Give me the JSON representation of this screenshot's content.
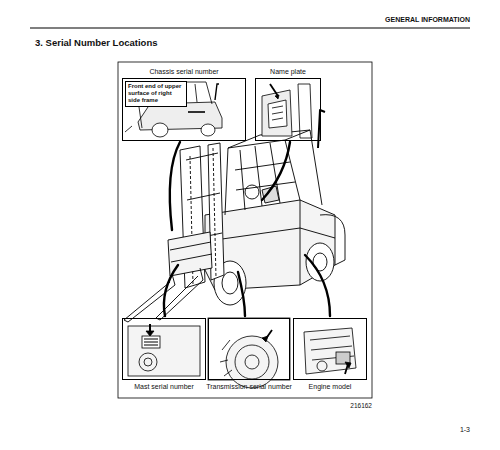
{
  "diagram": {
    "title": "3. Serial Number Locations",
    "nodes": [
      {
        "text": [
          "Chassis serial number"
        ]
      },
      {
        "text": [
          "Front end of upper surface of right side frame"
        ],
        "in": 0
      },
      {
        "text": [
          "Name plate"
        ]
      },
      {
        "text": [
          "Mast serial number"
        ]
      },
      {
        "text": [
          "Transmission serial number"
        ]
      },
      {
        "text": [
          "Engine model"
        ]
      }
    ],
    "edges": [],
    "labels": [
      "GENERAL INFORMATION",
      "216162",
      "1-3"
    ]
  }
}
